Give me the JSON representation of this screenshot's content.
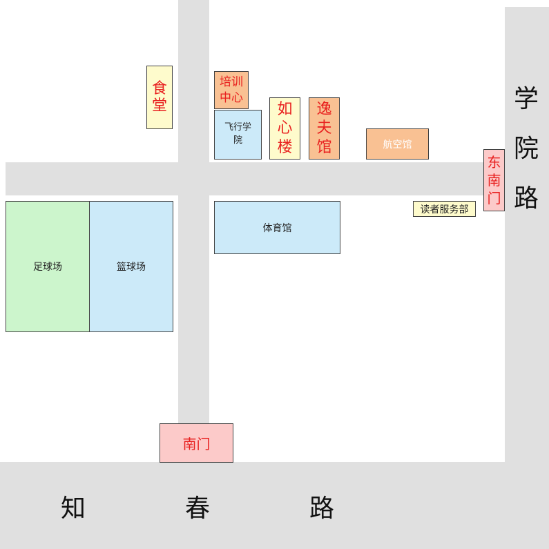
{
  "colors": {
    "road": "#e0e0e0",
    "green": "#ccf5cc",
    "light_blue": "#cceaf9",
    "orange": "#f9c193",
    "cream": "#fefbcc",
    "pink": "#fccac9",
    "label_red": "#e8201f"
  },
  "roads": {
    "bottom": "知 春 路",
    "right": "学\n院\n路"
  },
  "road_labels": {
    "zhi": "知",
    "chun": "春",
    "lu": "路"
  },
  "buildings": {
    "canteen": "食\n堂",
    "training_center": "培训\n中心",
    "flight_school": "飞行学\n院",
    "ruxin_building": "如\n心\n楼",
    "yifu_hall": "逸\n夫\n馆",
    "aviation_hall": "航空馆",
    "southeast_gate": "东\n南\n门",
    "reader_services": "读者服务部",
    "gymnasium": "体育馆",
    "football_field": "足球场",
    "basketball_court": "篮球场",
    "south_gate": "南门"
  }
}
